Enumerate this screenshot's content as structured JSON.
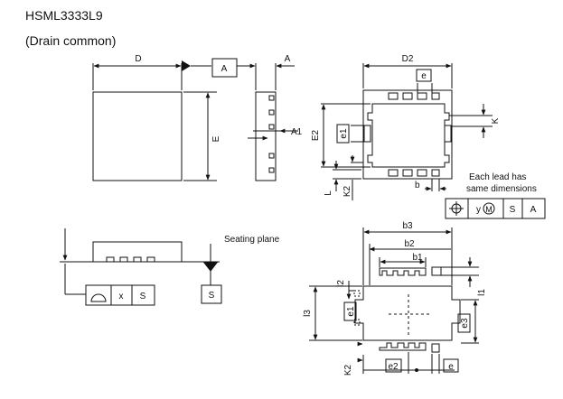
{
  "title": "HSML3333L9",
  "subtitle": "(Drain common)",
  "labels": {
    "D": "D",
    "E": "E",
    "A": "A",
    "A1": "A1",
    "D2": "D2",
    "E2": "E2",
    "e": "e",
    "e1": "e1",
    "e2": "e2",
    "e3": "e3",
    "K": "K",
    "K2": "K2",
    "L": "L",
    "b": "b",
    "b1": "b1",
    "b2": "b2",
    "b3": "b3",
    "l1": "l1",
    "l2": "l2",
    "l3": "l3",
    "x": "x",
    "y": "y",
    "M": "M",
    "S": "S",
    "seating_plane": "Seating plane",
    "lead_note_1": "Each lead has",
    "lead_note_2": "same dimensions"
  }
}
